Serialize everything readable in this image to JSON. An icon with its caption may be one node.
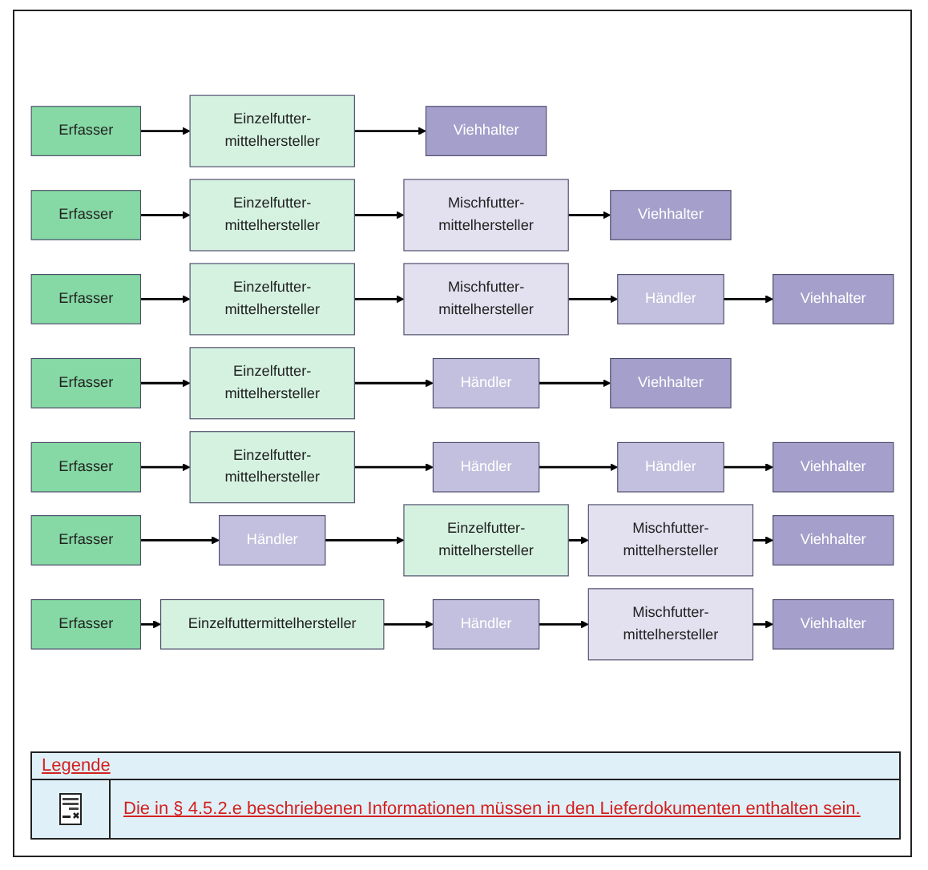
{
  "diagram": {
    "nodes": [
      {
        "text": [
          "Erfasser"
        ]
      },
      {
        "text": [
          "Einzelfutter-mittelhersteller"
        ]
      },
      {
        "text": [
          "Viehhalter"
        ]
      },
      {
        "text": [
          "Erfasser"
        ]
      },
      {
        "text": [
          "Einzelfutter-mittelhersteller"
        ]
      },
      {
        "text": [
          "Mischfutter-mittelhersteller"
        ]
      },
      {
        "text": [
          "Viehhalter"
        ]
      },
      {
        "text": [
          "Erfasser"
        ]
      },
      {
        "text": [
          "Einzelfutter-mittelhersteller"
        ]
      },
      {
        "text": [
          "Mischfutter-mittelhersteller"
        ]
      },
      {
        "text": [
          "Händler"
        ]
      },
      {
        "text": [
          "Viehhalter"
        ]
      },
      {
        "text": [
          "Erfasser"
        ]
      },
      {
        "text": [
          "Einzelfutter-mittelhersteller"
        ]
      },
      {
        "text": [
          "Händler"
        ]
      },
      {
        "text": [
          "Viehhalter"
        ]
      },
      {
        "text": [
          "Erfasser"
        ]
      },
      {
        "text": [
          "Einzelfutter-mittelhersteller"
        ]
      },
      {
        "text": [
          "Händler"
        ]
      },
      {
        "text": [
          "Händler"
        ]
      },
      {
        "text": [
          "Viehhalter"
        ]
      },
      {
        "text": [
          "Erfasser"
        ]
      },
      {
        "text": [
          "Händler"
        ]
      },
      {
        "text": [
          "Einzelfutter-mittelhersteller"
        ]
      },
      {
        "text": [
          "Mischfutter-mittelhersteller"
        ]
      },
      {
        "text": [
          "Viehhalter"
        ]
      },
      {
        "text": [
          "Erfasser"
        ]
      },
      {
        "text": [
          "Einzelfuttermittelhersteller"
        ]
      },
      {
        "text": [
          "Händler"
        ]
      },
      {
        "text": [
          "Mischfutter-mittelhersteller"
        ]
      },
      {
        "text": [
          "Viehhalter"
        ]
      }
    ],
    "edges": [
      {
        "from": 0,
        "to": 1,
        "arrow": "to"
      },
      {
        "from": 1,
        "to": 2,
        "arrow": "to"
      },
      {
        "from": 3,
        "to": 4,
        "arrow": "to"
      },
      {
        "from": 4,
        "to": 5,
        "arrow": "to"
      },
      {
        "from": 5,
        "to": 6,
        "arrow": "to"
      },
      {
        "from": 7,
        "to": 8,
        "arrow": "to"
      },
      {
        "from": 8,
        "to": 9,
        "arrow": "to"
      },
      {
        "from": 9,
        "to": 10,
        "arrow": "to"
      },
      {
        "from": 10,
        "to": 11,
        "arrow": "to"
      },
      {
        "from": 12,
        "to": 13,
        "arrow": "to"
      },
      {
        "from": 13,
        "to": 14,
        "arrow": "to"
      },
      {
        "from": 14,
        "to": 15,
        "arrow": "to"
      },
      {
        "from": 16,
        "to": 17,
        "arrow": "to"
      },
      {
        "from": 17,
        "to": 18,
        "arrow": "to"
      },
      {
        "from": 18,
        "to": 19,
        "arrow": "to"
      },
      {
        "from": 19,
        "to": 20,
        "arrow": "to"
      },
      {
        "from": 21,
        "to": 22,
        "arrow": "to"
      },
      {
        "from": 22,
        "to": 23,
        "arrow": "to"
      },
      {
        "from": 23,
        "to": 24,
        "arrow": "to"
      },
      {
        "from": 24,
        "to": 25,
        "arrow": "to"
      },
      {
        "from": 26,
        "to": 27,
        "arrow": "to"
      },
      {
        "from": 27,
        "to": 28,
        "arrow": "to"
      },
      {
        "from": 28,
        "to": 29,
        "arrow": "to"
      },
      {
        "from": 29,
        "to": 30,
        "arrow": "to"
      }
    ],
    "labels": [
      "Legende"
    ],
    "legend": [
      {
        "text": "Die in § 4.5.2.e beschriebenen Informationen müssen in den Lieferdokumenten enthalten sein."
      }
    ]
  }
}
